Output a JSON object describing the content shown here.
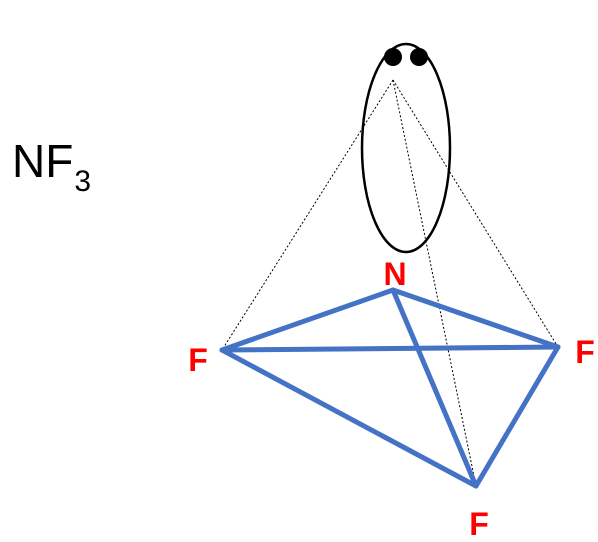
{
  "formula": {
    "base": "NF",
    "subscript": "3"
  },
  "atoms": {
    "central": "N",
    "left": "F",
    "right": "F",
    "bottom": "F"
  },
  "colors": {
    "bond": "#4472C4",
    "atom_label": "#FF0000",
    "outline": "#000000"
  },
  "lone_pair": {
    "electrons": 2
  }
}
